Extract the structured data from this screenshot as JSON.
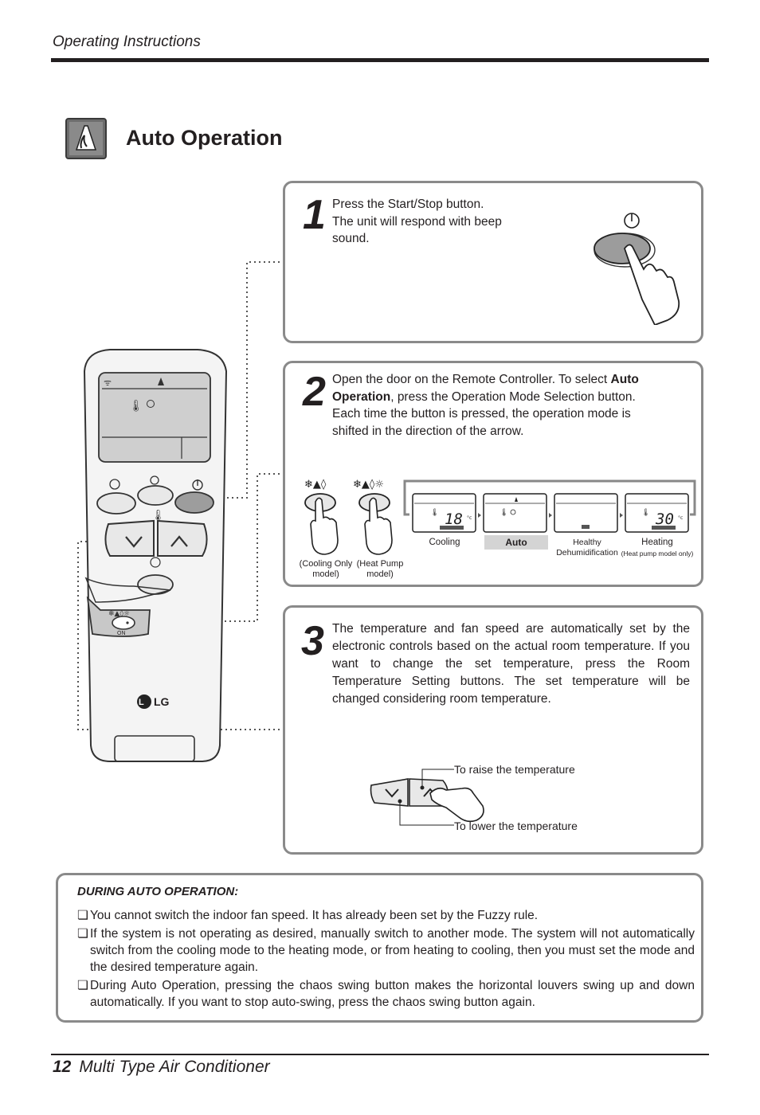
{
  "header": {
    "title": "Operating Instructions"
  },
  "section": {
    "title": "Auto Operation"
  },
  "step1": {
    "number": "1",
    "line1": "Press the Start/Stop button.",
    "line2": "The unit will respond with beep",
    "line3": "sound."
  },
  "step2": {
    "number": "2",
    "text_a": "Open the door on the Remote Controller. To select ",
    "bold_a": "Auto",
    "bold_b": "Operation",
    "text_b": ", press the Operation Mode Selection button.",
    "text_c": "Each time the button is pressed, the operation mode is",
    "text_d": "shifted in the direction of the arrow.",
    "button_labels": [
      "(Cooling Only model)",
      "(Heat Pump model)"
    ],
    "modes": [
      {
        "label": "Cooling",
        "display": "18"
      },
      {
        "label": "Auto",
        "display": ""
      },
      {
        "label": "Healthy Dehumidification",
        "display": ""
      },
      {
        "label": "Heating",
        "sub": "(Heat pump model only)",
        "display": "30"
      }
    ],
    "unit": "°c"
  },
  "step3": {
    "number": "3",
    "text": "The temperature and fan speed are automatically set by the electronic controls based on the actual room temperature. If you want to change the set temperature, press the Room Temperature Setting buttons. The set temperature will be changed considering room temperature.",
    "raise_label": "To raise the temperature",
    "lower_label": "To lower the temperature"
  },
  "remote": {
    "brand": "LG",
    "door_label": "ON"
  },
  "notes": {
    "heading": "DURING AUTO OPERATION:",
    "items": [
      "You cannot switch the indoor fan speed. It has already been set by the Fuzzy rule.",
      "If the system is not operating as desired, manually switch to another mode. The system will not automatically switch from the cooling mode to the heating mode, or from heating to cooling, then you must set the mode and the desired temperature again.",
      "During Auto Operation, pressing the chaos swing button makes the horizontal louvers swing up and down automatically. If you want to stop auto-swing, press the chaos swing button again."
    ]
  },
  "footer": {
    "page": "12",
    "title": "Multi Type Air Conditioner"
  }
}
